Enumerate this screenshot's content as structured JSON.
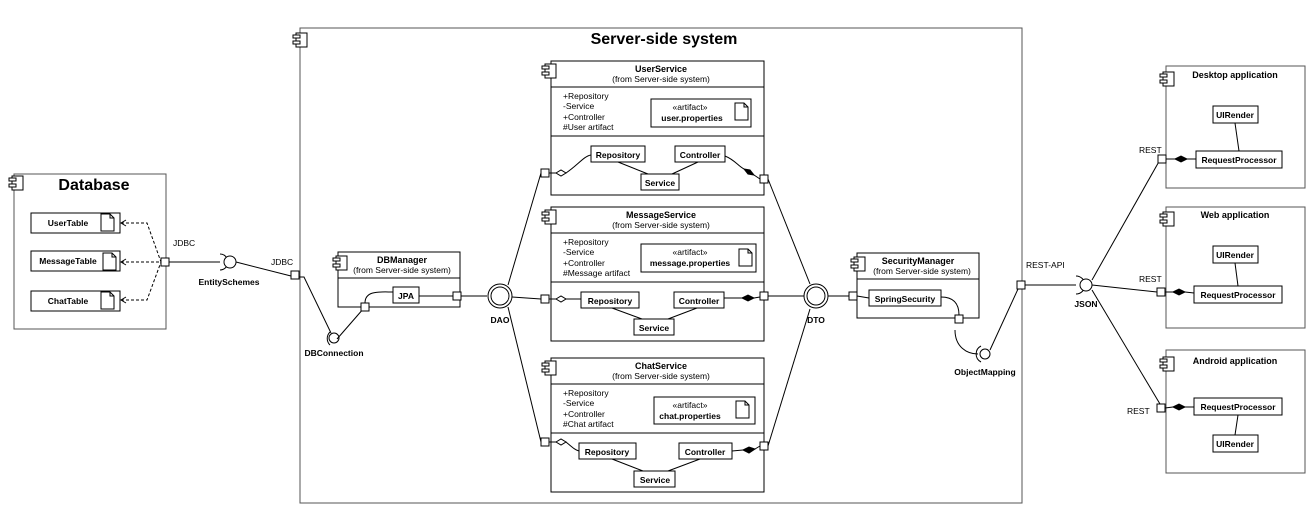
{
  "server": {
    "title": "Server-side system"
  },
  "database": {
    "title": "Database",
    "tables": [
      "UserTable",
      "MessageTable",
      "ChatTable"
    ]
  },
  "connectors": {
    "jdbc_left": "JDBC",
    "jdbc_right": "JDBC",
    "entity_schemes": "EntitySchemes",
    "db_connection": "DBConnection",
    "dao": "DAO",
    "dto": "DTO",
    "object_mapping": "ObjectMapping",
    "rest_api": "REST-API",
    "json": "JSON",
    "rest": [
      "REST",
      "REST",
      "REST"
    ]
  },
  "dbmanager": {
    "title": "DBManager",
    "subtitle": "(from Server-side system)",
    "part": "JPA"
  },
  "services": [
    {
      "title": "UserService",
      "subtitle": "(from Server-side system)",
      "attributes": [
        "+Repository",
        "-Service",
        "+Controller",
        "#User artifact"
      ],
      "stereotype": "«artifact»",
      "artifact": "user.properties",
      "parts": [
        "Repository",
        "Controller",
        "Service"
      ]
    },
    {
      "title": "MessageService",
      "subtitle": "(from Server-side system)",
      "attributes": [
        "+Repository",
        "-Service",
        "+Controller",
        "#Message artifact"
      ],
      "stereotype": "«artifact»",
      "artifact": "message.properties",
      "parts": [
        "Repository",
        "Controller",
        "Service"
      ]
    },
    {
      "title": "ChatService",
      "subtitle": "(from Server-side system)",
      "attributes": [
        "+Repository",
        "-Service",
        "+Controller",
        "#Chat artifact"
      ],
      "stereotype": "«artifact»",
      "artifact": "chat.properties",
      "parts": [
        "Repository",
        "Controller",
        "Service"
      ]
    }
  ],
  "security": {
    "title": "SecurityManager",
    "subtitle": "(from Server-side system)",
    "part": "SpringSecurity"
  },
  "clients": [
    {
      "title": "Desktop application",
      "parts": [
        "UIRender",
        "RequestProcessor"
      ]
    },
    {
      "title": "Web application",
      "parts": [
        "UIRender",
        "RequestProcessor"
      ]
    },
    {
      "title": "Android application",
      "parts": [
        "RequestProcessor",
        "UIRender"
      ]
    }
  ]
}
